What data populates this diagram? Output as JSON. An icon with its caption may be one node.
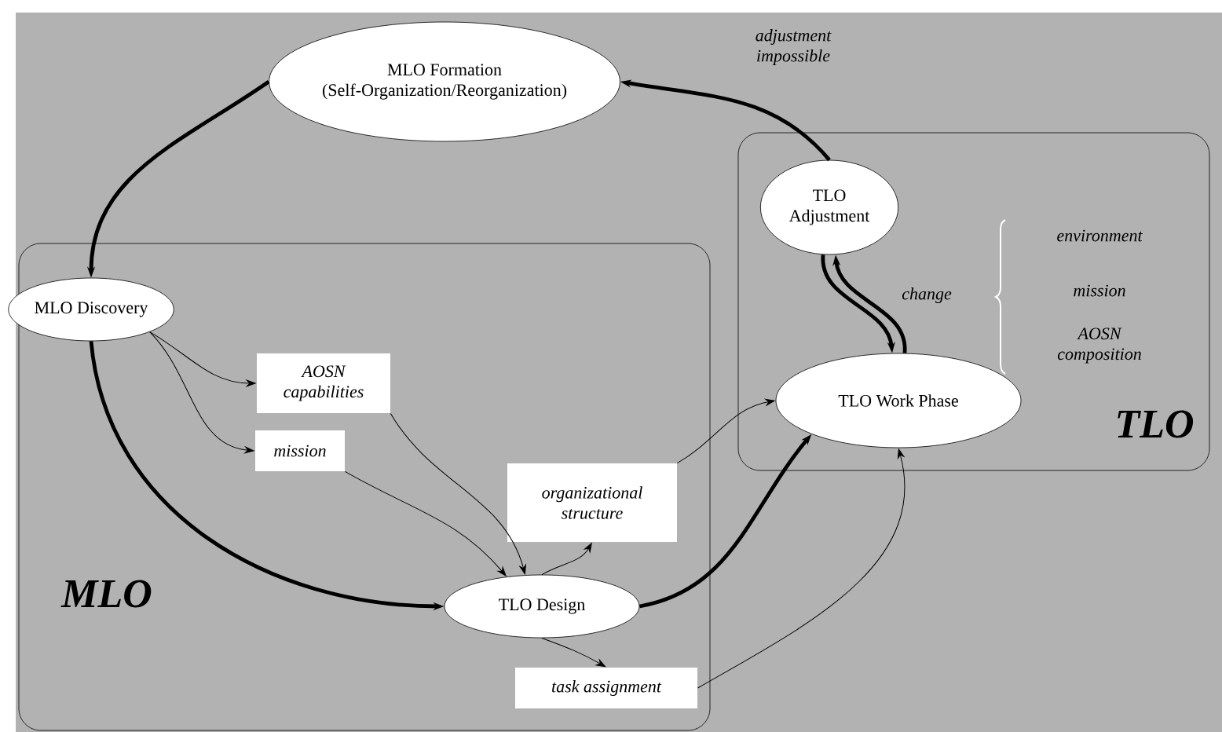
{
  "diagram": {
    "nodes": [
      {
        "text": [
          "MLO"
        ]
      },
      {
        "text": [
          "TLO"
        ]
      },
      {
        "text": [
          "MLO Formation",
          "(Self-Organization/Reorganization)"
        ]
      },
      {
        "text": [
          "MLO Discovery"
        ],
        "in": 0
      },
      {
        "text": [
          "AOSN capabilities"
        ],
        "in": 0
      },
      {
        "text": [
          "mission"
        ],
        "in": 0
      },
      {
        "text": [
          "TLO Design"
        ],
        "in": 0
      },
      {
        "text": [
          "organizational structure"
        ],
        "in": 0
      },
      {
        "text": [
          "task assignment"
        ],
        "in": 0
      },
      {
        "text": [
          "TLO Adjustment"
        ],
        "in": 1
      },
      {
        "text": [
          "TLO Work Phase"
        ],
        "in": 1
      }
    ],
    "edges": [
      {
        "from": 2,
        "to": 3,
        "arrow": "to",
        "style": "thick"
      },
      {
        "from": 3,
        "to": 4,
        "arrow": "to"
      },
      {
        "from": 3,
        "to": 5,
        "arrow": "to"
      },
      {
        "from": 3,
        "to": 6,
        "arrow": "to",
        "style": "thick"
      },
      {
        "from": 4,
        "to": 6,
        "arrow": "to"
      },
      {
        "from": 5,
        "to": 6,
        "arrow": "to"
      },
      {
        "from": 6,
        "to": 7,
        "arrow": "to"
      },
      {
        "from": 7,
        "to": 10,
        "arrow": "to"
      },
      {
        "from": 6,
        "to": 10,
        "arrow": "to",
        "style": "thick"
      },
      {
        "from": 6,
        "to": 8,
        "arrow": "to"
      },
      {
        "from": 8,
        "to": 10,
        "arrow": "to"
      },
      {
        "from": 9,
        "to": 10,
        "arrow": "to",
        "style": "thick",
        "label": "change"
      },
      {
        "from": 10,
        "to": 9,
        "arrow": "to",
        "style": "thick"
      },
      {
        "from": 9,
        "to": 2,
        "arrow": "to",
        "style": "thick",
        "label": "adjustment impossible"
      }
    ],
    "labels": [
      "environment",
      "mission",
      "AOSN composition"
    ]
  }
}
